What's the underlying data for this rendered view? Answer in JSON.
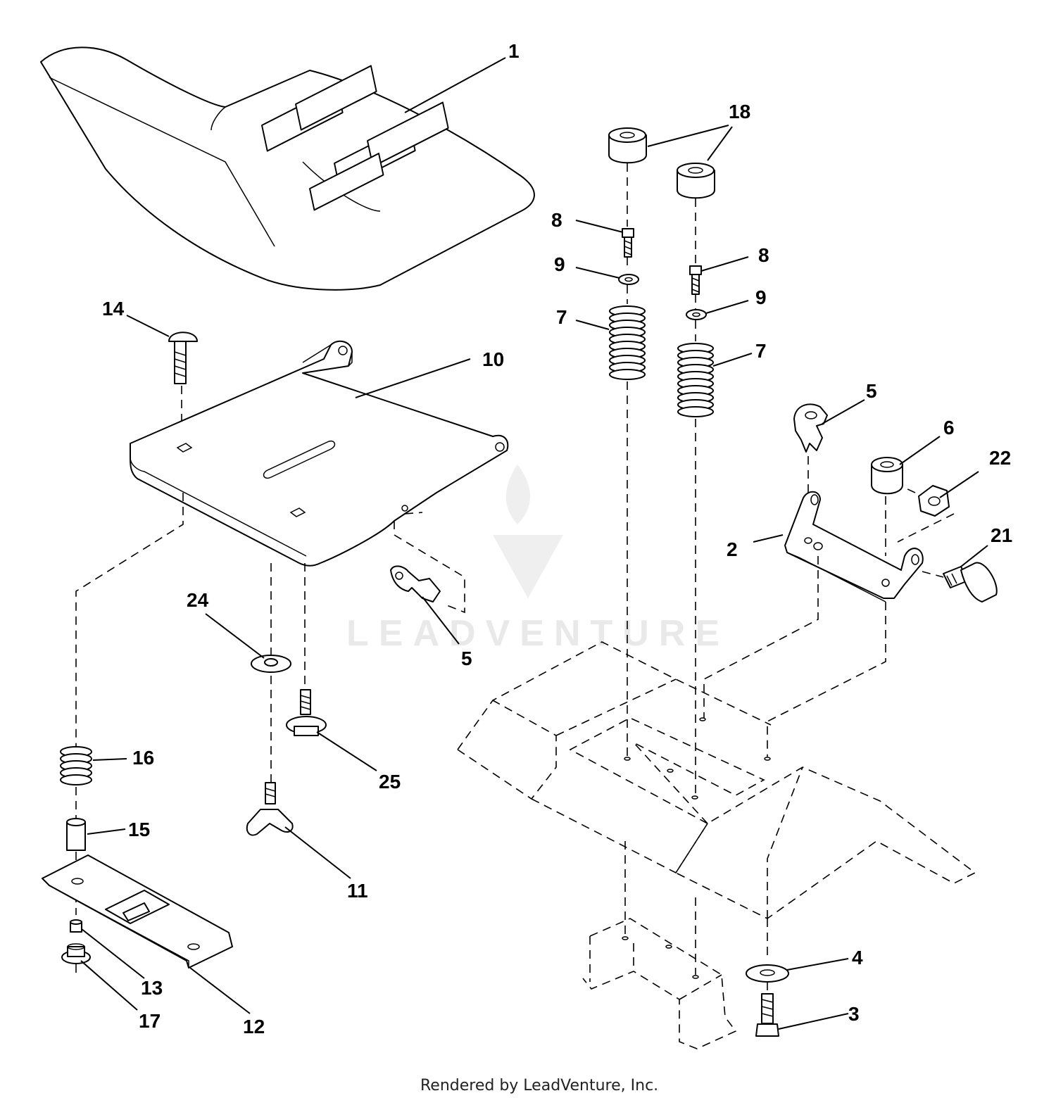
{
  "watermark": {
    "text": "LEADVENTURE"
  },
  "footer": {
    "text": "Rendered by LeadVenture, Inc."
  },
  "callouts": {
    "c1": "1",
    "c2": "2",
    "c3": "3",
    "c4": "4",
    "c5a": "5",
    "c5b": "5",
    "c6": "6",
    "c7a": "7",
    "c7b": "7",
    "c8a": "8",
    "c8b": "8",
    "c9a": "9",
    "c9b": "9",
    "c10": "10",
    "c11": "11",
    "c12": "12",
    "c13": "13",
    "c14": "14",
    "c15": "15",
    "c16": "16",
    "c17": "17",
    "c18": "18",
    "c21": "21",
    "c22": "22",
    "c24": "24",
    "c25": "25"
  }
}
